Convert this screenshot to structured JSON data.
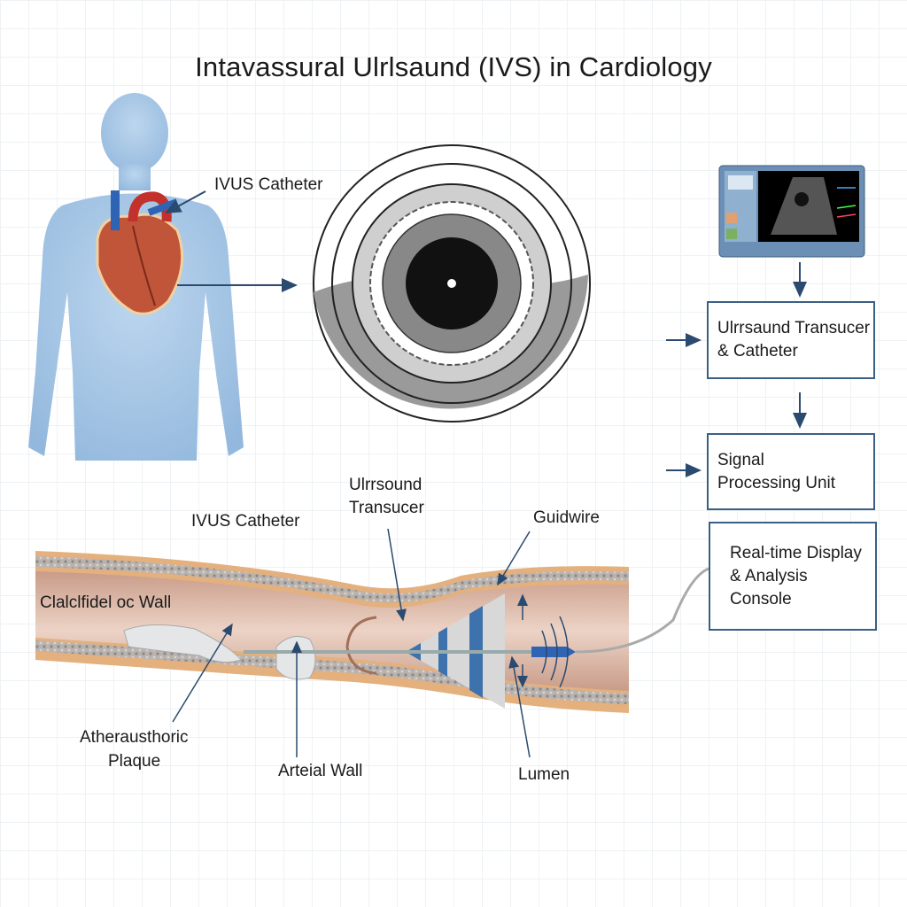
{
  "title": "Intavassural Ulrlsaund (IVS) in Cardiology",
  "labels": {
    "ivus_catheter_top": "IVUS Catheter",
    "ivus_catheter_vessel": "IVUS Catheter",
    "ultrasound_transducer": [
      "Ulrrsound",
      "Transucer"
    ],
    "guidewire": "Guidwire",
    "calcified_wall": "Clalclfidel oc Wall",
    "plaque": [
      "Atherausthoric",
      "Plaque"
    ],
    "arterial_wall": "Arteial Wall",
    "lumen": "Lumen"
  },
  "flow_boxes": [
    {
      "lines": [
        "Ulrrsaund Transucer",
        "& Catheter"
      ]
    },
    {
      "lines": [
        "Signal",
        "Processing Unit"
      ]
    },
    {
      "lines": [
        "Real-time Display",
        "& Analysis",
        "Console"
      ]
    }
  ],
  "colors": {
    "arrow": "#2b4a6f",
    "body": "#a9c8e6",
    "vessel_wall": "#e3b07e",
    "vessel_lumen": "#dcb6a3",
    "beam": "#3d72ad"
  }
}
